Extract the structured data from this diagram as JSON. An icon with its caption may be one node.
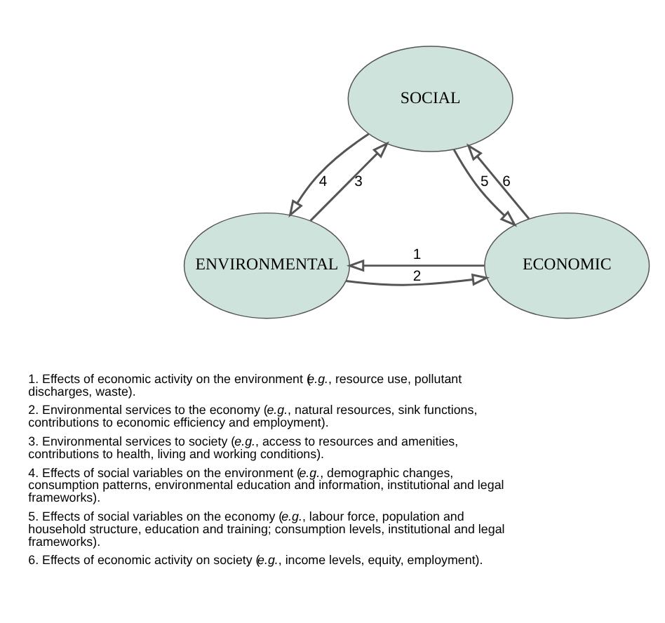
{
  "diagram": {
    "nodes": [
      {
        "text": [
          "SOCIAL"
        ]
      },
      {
        "text": [
          "ENVIRONMENTAL"
        ]
      },
      {
        "text": [
          "ECONOMIC"
        ]
      }
    ],
    "edges": [
      {
        "from": 2,
        "to": 1,
        "arrow": "to",
        "label": "1"
      },
      {
        "from": 1,
        "to": 2,
        "arrow": "to",
        "label": "2"
      },
      {
        "from": 1,
        "to": 0,
        "arrow": "to",
        "label": "3"
      },
      {
        "from": 0,
        "to": 1,
        "arrow": "to",
        "label": "4"
      },
      {
        "from": 0,
        "to": 2,
        "arrow": "to",
        "label": "5"
      },
      {
        "from": 2,
        "to": 0,
        "arrow": "to",
        "label": "6"
      }
    ],
    "labels": [
      "1. Effects of economic activity on the environment (*e.g.*, resource use, pollutant discharges, waste).",
      "2. Environmental services to the economy (*e.g.*, natural resources, sink functions, contributions to economic efficiency and employment).",
      "3. Environmental services to society (*e.g.*, access to resources and amenities, contributions to health, living and working conditions).",
      "4. Effects of social variables on the environment (*e.g.*, demographic changes, consumption patterns, environmental education and information, institutional and legal frameworks).",
      "5. Effects of social variables on the economy (*e.g.*, labour force, population and household structure, education and training; consumption levels, institutional and legal frameworks).",
      "6. Effects of economic activity on society (*e.g.*, income levels, equity, employment)."
    ]
  }
}
